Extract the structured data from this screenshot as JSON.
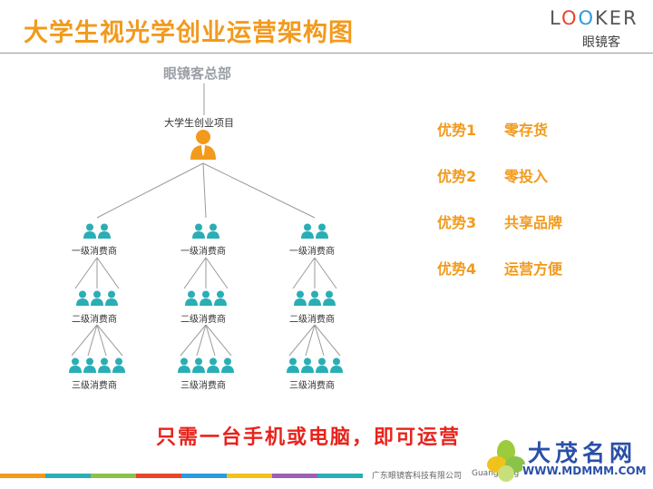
{
  "header": {
    "title": "大学生视光学创业运营架构图"
  },
  "logo": {
    "text_l": "L",
    "text_oo1": "O",
    "text_oo2": "O",
    "text_ker": "KER",
    "subtitle": "眼镜客"
  },
  "diagram": {
    "root": "眼镜客总部",
    "project": "大学生创业项目",
    "level1": "一级消费商",
    "level2": "二级消费商",
    "level3": "三级消费商"
  },
  "advantages": [
    {
      "num": "优势1",
      "text": "零存货"
    },
    {
      "num": "优势2",
      "text": "零投入"
    },
    {
      "num": "优势3",
      "text": "共享品牌"
    },
    {
      "num": "优势4",
      "text": "运营方便"
    }
  ],
  "slogan": "只需一台手机或电脑，即可运营",
  "footer": {
    "company": "广东眼镜客科技有限公司",
    "company_en": "Guangdong L"
  },
  "watermark": {
    "name": "大茂名网",
    "url": "WWW.MDMMM.COM"
  },
  "colors": {
    "accent": "#f29a1c",
    "person": "#2aaeb5",
    "leader": "#f29a1c",
    "slogan": "#e8231c"
  }
}
